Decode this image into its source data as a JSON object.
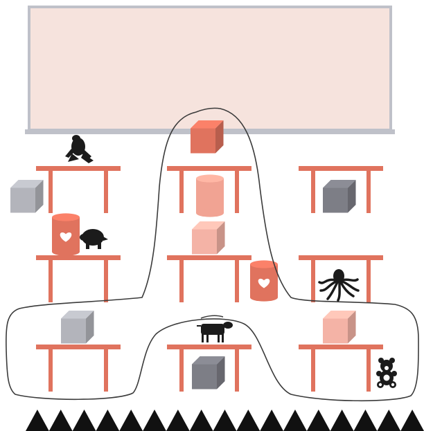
{
  "colors": {
    "board_fill": "#f6e3dd",
    "board_frame": "#bfc1c9",
    "table": "#e0735e",
    "cube_salmon": "#e0735e",
    "cube_light": "#f4b3a6",
    "cube_gray_light": "#b3b4bb",
    "cube_gray_dark": "#7d7e86",
    "cylinder": "#f1a393",
    "can": "#e0735e",
    "silhouette": "#1b1b1b",
    "outline": "#3a3a3a",
    "floor_spikes": "#111111"
  },
  "objects": {
    "shelf_1": {
      "top": "frog",
      "bottom": "gray-cube"
    },
    "shelf_2": {
      "top": "salmon-cube",
      "bottom": "pink-cylinder"
    },
    "shelf_3": {
      "top": "",
      "bottom": "dark-gray-cube"
    },
    "shelf_4": {
      "top": "heart-can",
      "side": "turtle"
    },
    "shelf_5": {
      "top": "light-salmon-cube",
      "side": "heart-can"
    },
    "shelf_6": {
      "top": "",
      "bottom": "octopus"
    },
    "shelf_7": {
      "top": "gray-cube",
      "bottom": ""
    },
    "shelf_8": {
      "top": "cow",
      "bottom": "dark-gray-cube"
    },
    "shelf_9": {
      "top": "pink-cube",
      "bottom": "teddy-bear"
    }
  }
}
